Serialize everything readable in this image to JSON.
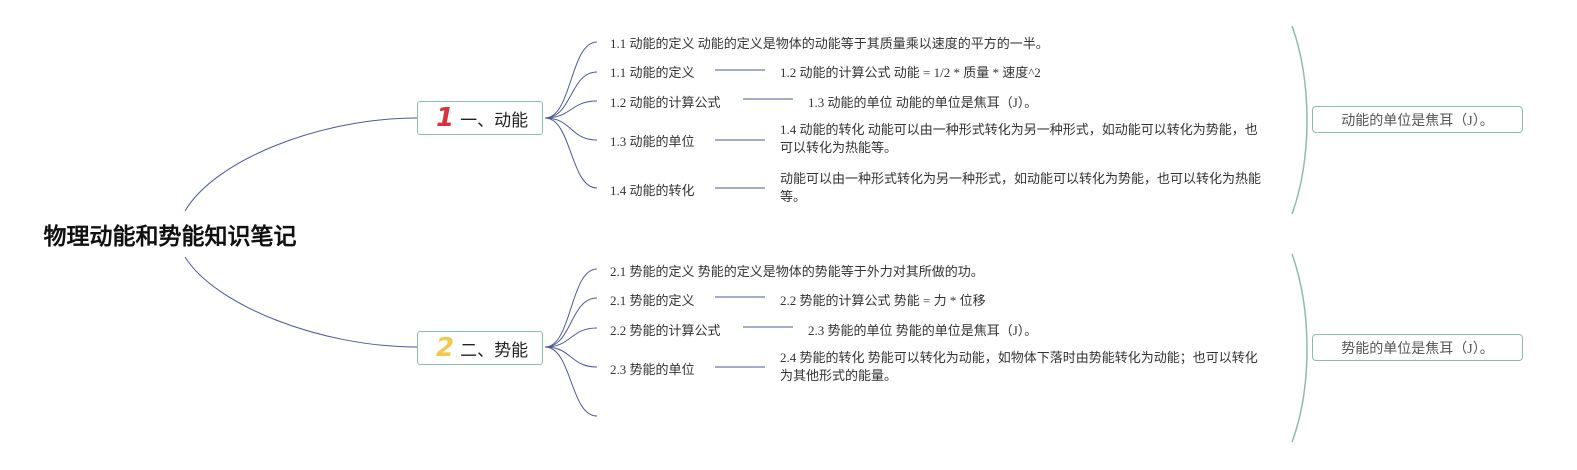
{
  "root": {
    "title": "物理动能和势能知识笔记"
  },
  "sections": [
    {
      "number": "1",
      "number_color": "#d9323c",
      "title": "一、动能",
      "items": [
        {
          "label": "1.1 动能的定义 动能的定义是物体的动能等于其质量乘以速度的平方的一半。",
          "detail": ""
        },
        {
          "label": "1.1 动能的定义",
          "detail": "1.2 动能的计算公式 动能 = 1/2 * 质量 * 速度^2"
        },
        {
          "label": "1.2 动能的计算公式",
          "detail": "1.3 动能的单位 动能的单位是焦耳（J）。"
        },
        {
          "label": "1.3 动能的单位",
          "detail": "1.4 动能的转化 动能可以由一种形式转化为另一种形式，如动能可以转化为势能，也可以转化为热能等。"
        },
        {
          "label": "1.4 动能的转化",
          "detail": "动能可以由一种形式转化为另一种形式，如动能可以转化为势能，也可以转化为热能等。"
        }
      ],
      "summary": "动能的单位是焦耳（J）。"
    },
    {
      "number": "2",
      "number_color": "#f2c94c",
      "title": "二、势能",
      "items": [
        {
          "label": "2.1 势能的定义 势能的定义是物体的势能等于外力对其所做的功。",
          "detail": ""
        },
        {
          "label": "2.1 势能的定义",
          "detail": "2.2 势能的计算公式 势能 = 力 * 位移"
        },
        {
          "label": "2.2 势能的计算公式",
          "detail": "2.3 势能的单位 势能的单位是焦耳（J）。"
        },
        {
          "label": "2.3 势能的单位",
          "detail": "2.4 势能的转化 势能可以转化为动能，如物体下落时由势能转化为动能；也可以转化为其他形式的能量。"
        },
        {
          "label": "",
          "detail": ""
        }
      ],
      "summary": "势能的单位是焦耳（J）。"
    }
  ],
  "colors": {
    "connector": "#4a5a9a",
    "section_border": "#8fbcaa",
    "brace": "#8fbcaa",
    "summary_border": "#8fbcaa"
  }
}
